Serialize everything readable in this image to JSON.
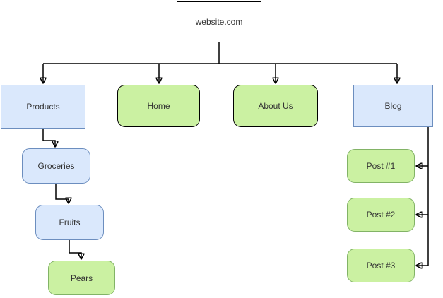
{
  "diagram": {
    "type": "sitemap-flowchart",
    "nodes": [
      {
        "id": "website",
        "label": "website.com",
        "shape": "rectangle",
        "fill": "white"
      },
      {
        "id": "products",
        "label": "Products",
        "shape": "rectangle",
        "fill": "blue"
      },
      {
        "id": "home",
        "label": "Home",
        "shape": "rounded-rectangle",
        "fill": "green"
      },
      {
        "id": "about-us",
        "label": "About Us",
        "shape": "rounded-rectangle",
        "fill": "green"
      },
      {
        "id": "blog",
        "label": "Blog",
        "shape": "rectangle",
        "fill": "blue"
      },
      {
        "id": "groceries",
        "label": "Groceries",
        "shape": "rounded-rectangle",
        "fill": "blue"
      },
      {
        "id": "fruits",
        "label": "Fruits",
        "shape": "rounded-rectangle",
        "fill": "blue"
      },
      {
        "id": "pears",
        "label": "Pears",
        "shape": "rounded-rectangle",
        "fill": "green"
      },
      {
        "id": "post-1",
        "label": "Post #1",
        "shape": "rounded-rectangle",
        "fill": "green"
      },
      {
        "id": "post-2",
        "label": "Post #2",
        "shape": "rounded-rectangle",
        "fill": "green"
      },
      {
        "id": "post-3",
        "label": "Post #3",
        "shape": "rounded-rectangle",
        "fill": "green"
      }
    ],
    "edges": [
      {
        "from": "website",
        "to": "products"
      },
      {
        "from": "website",
        "to": "home"
      },
      {
        "from": "website",
        "to": "about-us"
      },
      {
        "from": "website",
        "to": "blog"
      },
      {
        "from": "products",
        "to": "groceries"
      },
      {
        "from": "groceries",
        "to": "fruits"
      },
      {
        "from": "fruits",
        "to": "pears"
      },
      {
        "from": "blog",
        "to": "post-1"
      },
      {
        "from": "blog",
        "to": "post-2"
      },
      {
        "from": "blog",
        "to": "post-3"
      }
    ]
  },
  "colors": {
    "canvas-bg": "#ffffff",
    "node-white-fill": "#ffffff",
    "node-white-border": "#000000",
    "blue-fill": "#dae8fc",
    "blue-border": "#6c8ebf",
    "green-fill": "#cbf1a2",
    "green-border": "#82b366",
    "green-border-dark": "#000000",
    "edge-color": "#000000",
    "text-color": "#333333"
  }
}
